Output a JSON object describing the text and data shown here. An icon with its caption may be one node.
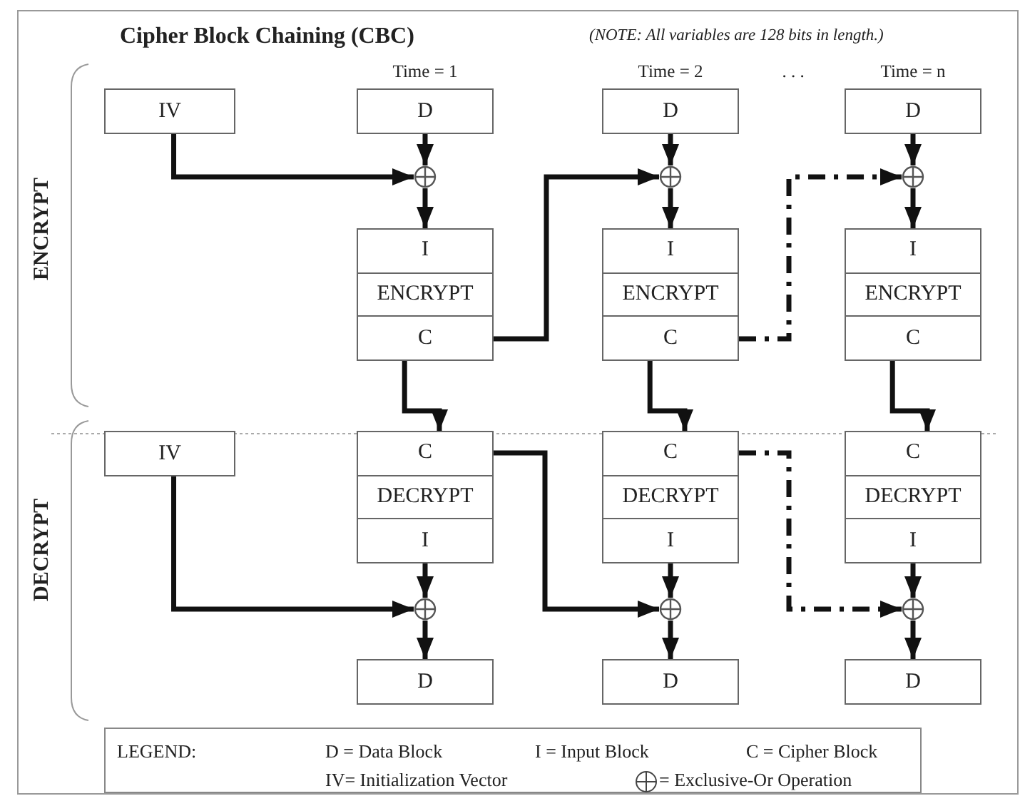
{
  "diagram": {
    "title": "Cipher Block Chaining (CBC)",
    "nodes": [
      {
        "text": [
          "IV"
        ]
      },
      {
        "text": [
          "D"
        ],
        "beside": [
          "Time = 1"
        ]
      },
      {
        "text": [
          "D"
        ],
        "beside": [
          "Time = 2"
        ]
      },
      {
        "text": [
          "D"
        ],
        "beside": [
          "Time = n"
        ]
      },
      {
        "text": [],
        "shape": "circle"
      },
      {
        "text": [],
        "shape": "circle"
      },
      {
        "text": [],
        "shape": "circle"
      },
      {
        "text": [
          "I",
          "ENCRYPT",
          "C"
        ]
      },
      {
        "text": [
          "I",
          "ENCRYPT",
          "C"
        ]
      },
      {
        "text": [
          "I",
          "ENCRYPT",
          "C"
        ]
      },
      {
        "text": [
          "IV"
        ]
      },
      {
        "text": [
          "C",
          "DECRYPT",
          "I"
        ]
      },
      {
        "text": [
          "C",
          "DECRYPT",
          "I"
        ]
      },
      {
        "text": [
          "C",
          "DECRYPT",
          "I"
        ]
      },
      {
        "text": [],
        "shape": "circle"
      },
      {
        "text": [],
        "shape": "circle"
      },
      {
        "text": [],
        "shape": "circle"
      },
      {
        "text": [
          "D"
        ]
      },
      {
        "text": [
          "D"
        ]
      },
      {
        "text": [
          "D"
        ]
      }
    ],
    "edges": [
      {
        "from": 0,
        "to": 4,
        "arrow": "to"
      },
      {
        "from": 1,
        "to": 4,
        "arrow": "to"
      },
      {
        "from": 2,
        "to": 5,
        "arrow": "to"
      },
      {
        "from": 3,
        "to": 6,
        "arrow": "to"
      },
      {
        "from": 4,
        "to": 7,
        "arrow": "to"
      },
      {
        "from": 5,
        "to": 8,
        "arrow": "to"
      },
      {
        "from": 6,
        "to": 9,
        "arrow": "to"
      },
      {
        "from": 7,
        "to": 5,
        "arrow": "to"
      },
      {
        "from": 8,
        "to": 6,
        "arrow": "to",
        "style": "dashed"
      },
      {
        "from": 7,
        "to": 11,
        "arrow": "to"
      },
      {
        "from": 8,
        "to": 12,
        "arrow": "to"
      },
      {
        "from": 9,
        "to": 13,
        "arrow": "to"
      },
      {
        "from": 10,
        "to": 14,
        "arrow": "to"
      },
      {
        "from": 11,
        "to": 14,
        "arrow": "to"
      },
      {
        "from": 12,
        "to": 15,
        "arrow": "to"
      },
      {
        "from": 13,
        "to": 16,
        "arrow": "to"
      },
      {
        "from": 11,
        "to": 15,
        "arrow": "to"
      },
      {
        "from": 12,
        "to": 16,
        "arrow": "to",
        "style": "dashed"
      },
      {
        "from": 14,
        "to": 17,
        "arrow": "to"
      },
      {
        "from": 15,
        "to": 18,
        "arrow": "to"
      },
      {
        "from": 16,
        "to": 19,
        "arrow": "to"
      }
    ],
    "labels": [
      "(NOTE: All variables are 128 bits in length.)",
      ". . .",
      "ENCRYPT",
      "DECRYPT",
      "LEGEND:"
    ],
    "legend": [
      {
        "text": "D = Data Block"
      },
      {
        "text": "I = Input Block"
      },
      {
        "text": "C = Cipher Block"
      },
      {
        "text": "IV= Initialization Vector"
      },
      {
        "text": "= Exclusive-Or Operation"
      }
    ]
  }
}
